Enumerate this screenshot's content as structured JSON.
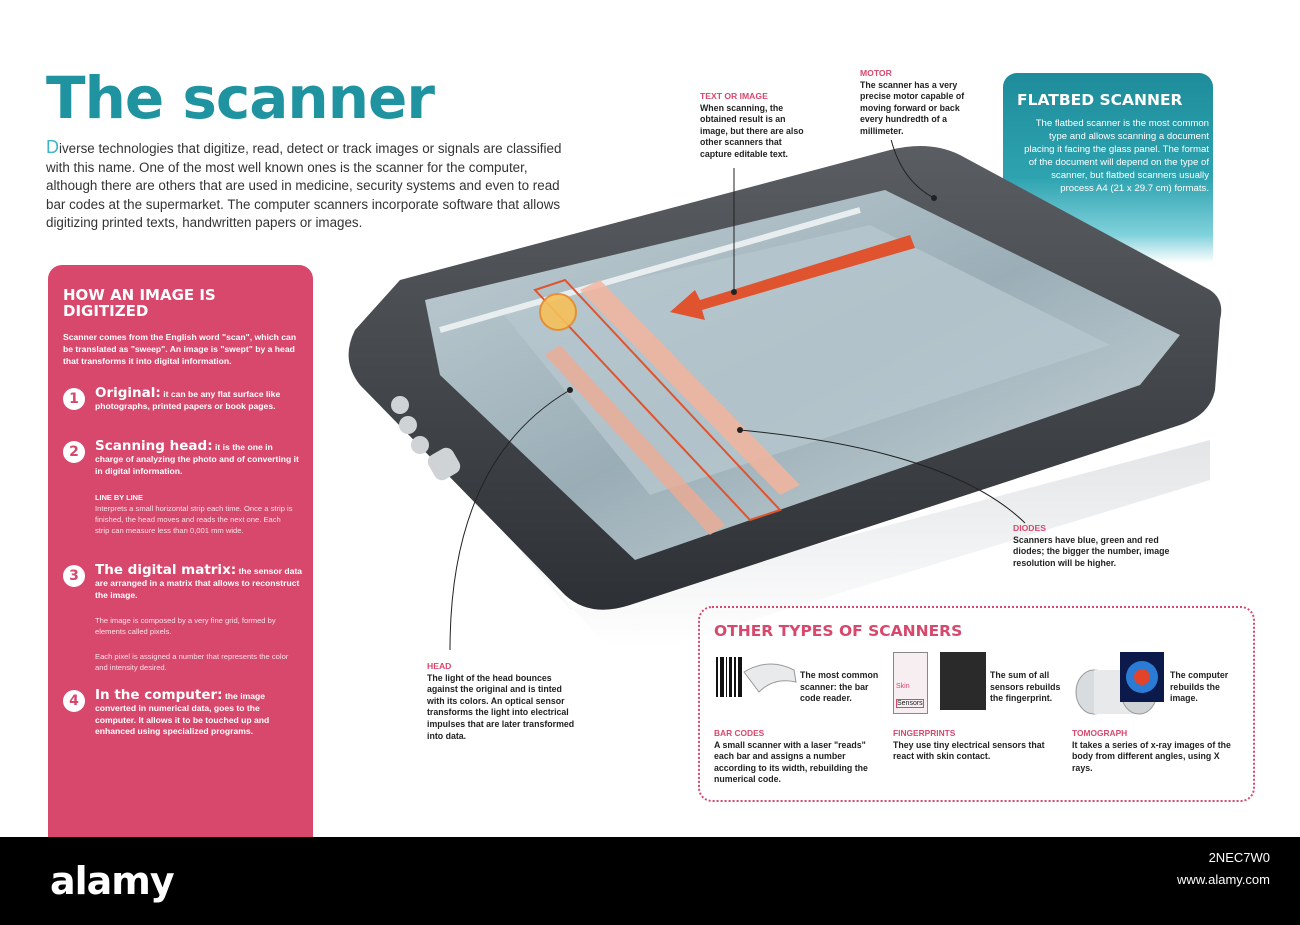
{
  "title": "The scanner",
  "intro": {
    "dropcap": "D",
    "text": "iverse technologies that digitize, read, detect or track images or signals are classified with this name. One of the most well known ones is the scanner for the computer, although there are others that are used in medicine, security systems and even to read bar codes at the supermarket. The computer scanners incorporate software that allows digitizing printed texts, handwritten papers or images."
  },
  "how": {
    "title": "How an image is digitized",
    "lead": "Scanner comes from the English word \"scan\", which can be translated as \"sweep\". An image is \"swept\" by a head that transforms it into digital information.",
    "steps": [
      {
        "num": "1",
        "heading": "Original:",
        "text": "it can be any flat surface like photographs, printed papers or book pages."
      },
      {
        "num": "2",
        "heading": "Scanning head:",
        "text": "it is the one in charge of analyzing the photo and of converting it in digital information."
      },
      {
        "num": "3",
        "heading": "The digital matrix:",
        "text": "the sensor data are arranged in a matrix that allows to reconstruct the image."
      },
      {
        "num": "4",
        "heading": "In the computer:",
        "text": "the image converted in numerical data, goes to the computer. It allows it to be touched up and enhanced using specialized programs."
      }
    ],
    "line_by_line_title": "Line by line",
    "line_by_line_text": "Interprets a small horizontal strip each time. Once a strip is finished, the head moves and reads the next one. Each strip can measure less than 0,001 mm wide.",
    "matrix_note_1": "The image is composed by a very fine grid, formed by elements called pixels.",
    "matrix_note_2": "Each pixel is assigned a number that represents the color and intensity desired."
  },
  "flatbed": {
    "title": "FLATBED SCANNER",
    "text": "The flatbed scanner is the most common type and allows scanning a document placing it facing the glass panel. The format of the document will depend on the type of scanner, but flatbed scanners usually process A4 (21 x 29.7 cm) formats."
  },
  "callouts": {
    "text_or_image": {
      "title": "TEXT OR IMAGE",
      "text": "When scanning, the obtained result is an image, but there are also other scanners that capture editable text."
    },
    "motor": {
      "title": "MOTOR",
      "text": "The scanner has a very precise motor capable of moving forward or back every hundredth of a millimeter."
    },
    "diodes": {
      "title": "DIODES",
      "text": "Scanners have blue, green and red diodes; the bigger the number, image resolution will be higher."
    },
    "head": {
      "title": "HEAD",
      "text": "The light of the head bounces against the original and is tinted with its colors. An optical sensor transforms the light into electrical impulses that are later transformed into data."
    }
  },
  "others": {
    "title": "OTHER TYPES OF SCANNERS",
    "barcode": {
      "caption": "The most common scanner: the bar code reader.",
      "heading": "BAR CODES",
      "text": "A small scanner with a laser \"reads\" each bar and assigns a number according to its width, rebuilding the numerical code."
    },
    "fingerprint": {
      "caption": "The sum of all sensors rebuilds the fingerprint.",
      "heading": "FINGERPRINTS",
      "text": "They use tiny electrical sensors that react with skin contact.",
      "label_skin": "Skin",
      "label_sensors": "Sensors"
    },
    "tomograph": {
      "caption": "The computer rebuilds the image.",
      "heading": "TOMOGRAPH",
      "text": "It takes a series of x-ray images of the body from different angles, using X rays."
    }
  },
  "footer": {
    "logo": "alamy",
    "image_id": "2NEC7W0",
    "url": "www.alamy.com"
  },
  "colors": {
    "accent_pink": "#d8476c",
    "accent_teal": "#1f93a0",
    "footer_bg": "#000000"
  }
}
